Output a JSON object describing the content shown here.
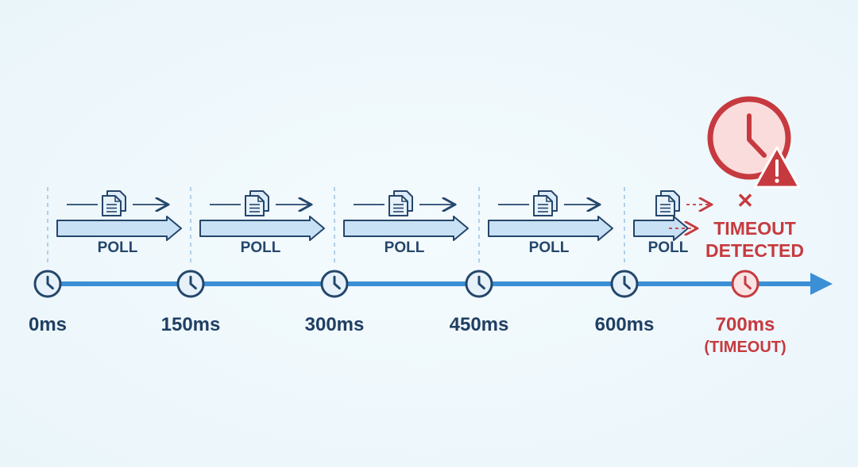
{
  "diagram": {
    "checkpoints": [
      {
        "label": "0ms",
        "poll_label": "POLL"
      },
      {
        "label": "150ms",
        "poll_label": "POLL"
      },
      {
        "label": "300ms",
        "poll_label": "POLL"
      },
      {
        "label": "450ms",
        "poll_label": "POLL"
      },
      {
        "label": "600ms",
        "poll_label": "POLL"
      }
    ],
    "timeout": {
      "label": "700ms",
      "sublabel": "(TIMEOUT)",
      "status_line1": "TIMEOUT",
      "status_line2": "DETECTED",
      "cross_glyph": "✕"
    },
    "colors": {
      "primary": "#3b8fd6",
      "dark_blue": "#24466b",
      "light_blue": "#c9e1f4",
      "alert_red": "#c63a3f",
      "alert_fill": "#fbdcdc"
    },
    "icons": {
      "checkpoint": "clock-icon",
      "poll_request": "document-icon",
      "timeout_badge": "alarm-clock-icon",
      "warning": "warning-triangle-icon"
    }
  }
}
